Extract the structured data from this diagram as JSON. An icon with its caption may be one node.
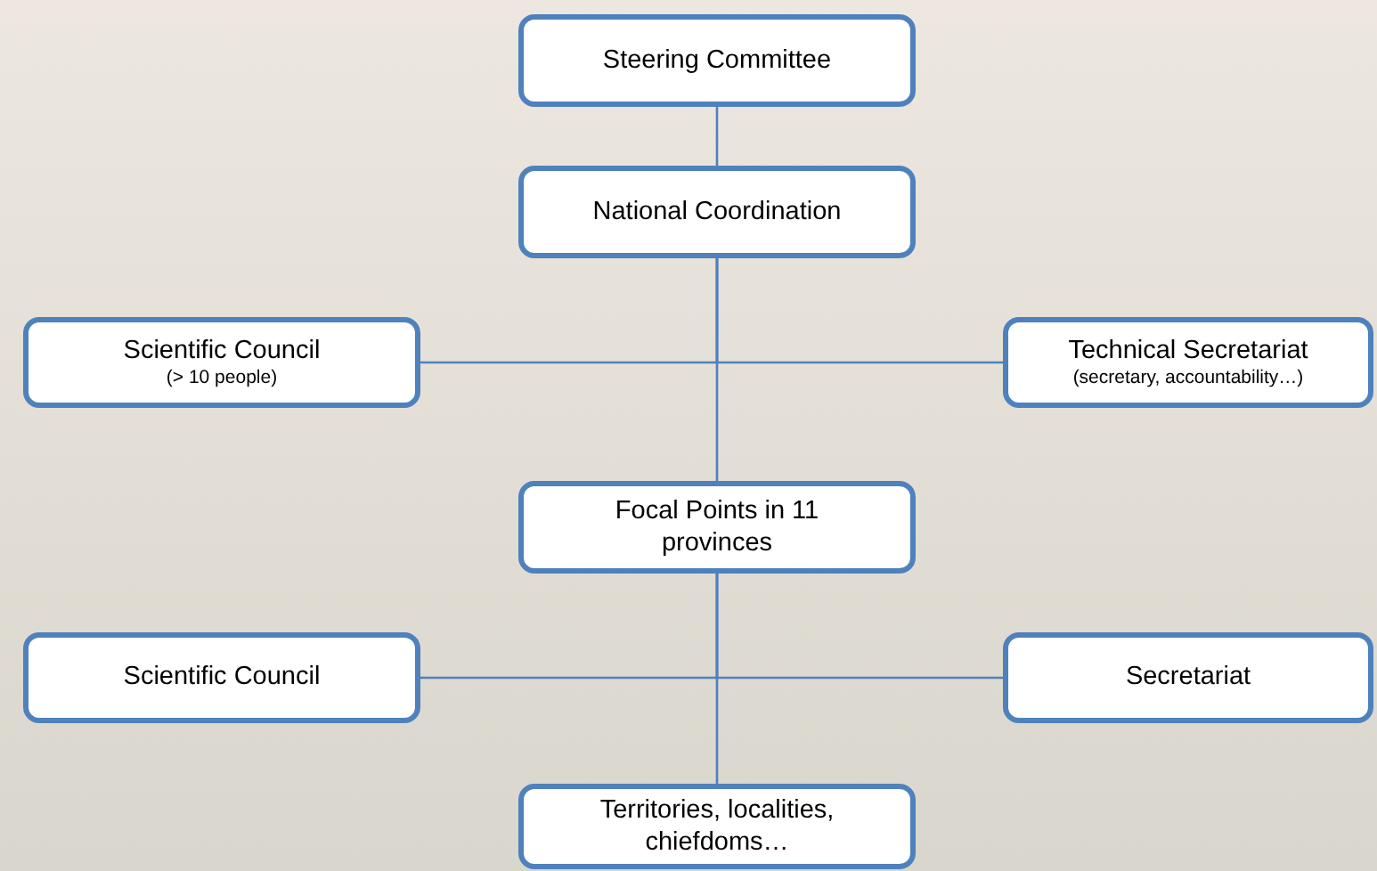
{
  "diagram": {
    "nodes": [
      {
        "text": [
          "Steering Committee"
        ]
      },
      {
        "text": [
          "National Coordination"
        ]
      },
      {
        "text": [
          "Scientific Council",
          "(> 10 people)"
        ]
      },
      {
        "text": [
          "Technical Secretariat",
          "(secretary, accountability…)"
        ]
      },
      {
        "text": [
          "Focal Points in 11 provinces"
        ]
      },
      {
        "text": [
          "Scientific Council"
        ]
      },
      {
        "text": [
          "Secretariat"
        ]
      },
      {
        "text": [
          "Territories, localities, chiefdoms…"
        ]
      }
    ],
    "edges": [
      {
        "from": 0,
        "to": 1,
        "arrow": "none"
      },
      {
        "from": 1,
        "to": 2,
        "arrow": "none"
      },
      {
        "from": 1,
        "to": 3,
        "arrow": "none"
      },
      {
        "from": 1,
        "to": 4,
        "arrow": "none"
      },
      {
        "from": 4,
        "to": 5,
        "arrow": "none"
      },
      {
        "from": 4,
        "to": 6,
        "arrow": "none"
      },
      {
        "from": 4,
        "to": 7,
        "arrow": "none"
      }
    ]
  }
}
